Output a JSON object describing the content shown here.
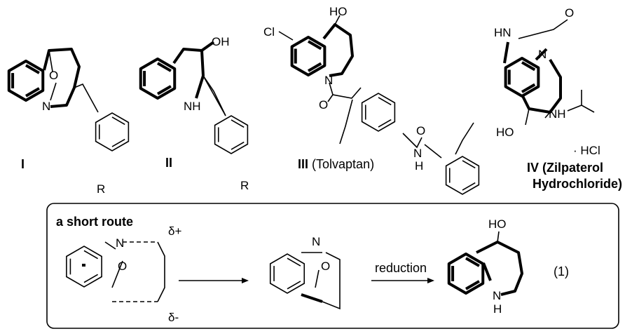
{
  "compounds": {
    "I": {
      "label": "I",
      "atoms": {
        "O": "O",
        "N": "N",
        "R": "R"
      }
    },
    "II": {
      "label": "II",
      "atoms": {
        "OH": "OH",
        "NH": "NH",
        "R": "R"
      }
    },
    "III": {
      "label_num": "III",
      "label_name": "(Tolvaptan)",
      "atoms": {
        "Cl": "Cl",
        "HO": "HO",
        "N": "N",
        "O1": "O",
        "O2": "O",
        "NH_N": "N",
        "NH_H": "H"
      }
    },
    "IV": {
      "label_line1": "IV (Zilpaterol",
      "label_line2": "Hydrochloride)",
      "atoms": {
        "HN": "HN",
        "O": "O",
        "N": "N",
        "HO": "HO",
        "NH": "NH",
        "HCl": "· HCl"
      }
    }
  },
  "route": {
    "title": "a short route",
    "start": {
      "N": "N",
      "O": "O",
      "delta_plus": "δ+",
      "delta_minus": "δ-"
    },
    "intermediate": {
      "N": "N",
      "O": "O"
    },
    "arrow_label": "reduction",
    "product": {
      "HO": "HO",
      "N": "N",
      "H": "H"
    },
    "equation_number": "(1)"
  }
}
